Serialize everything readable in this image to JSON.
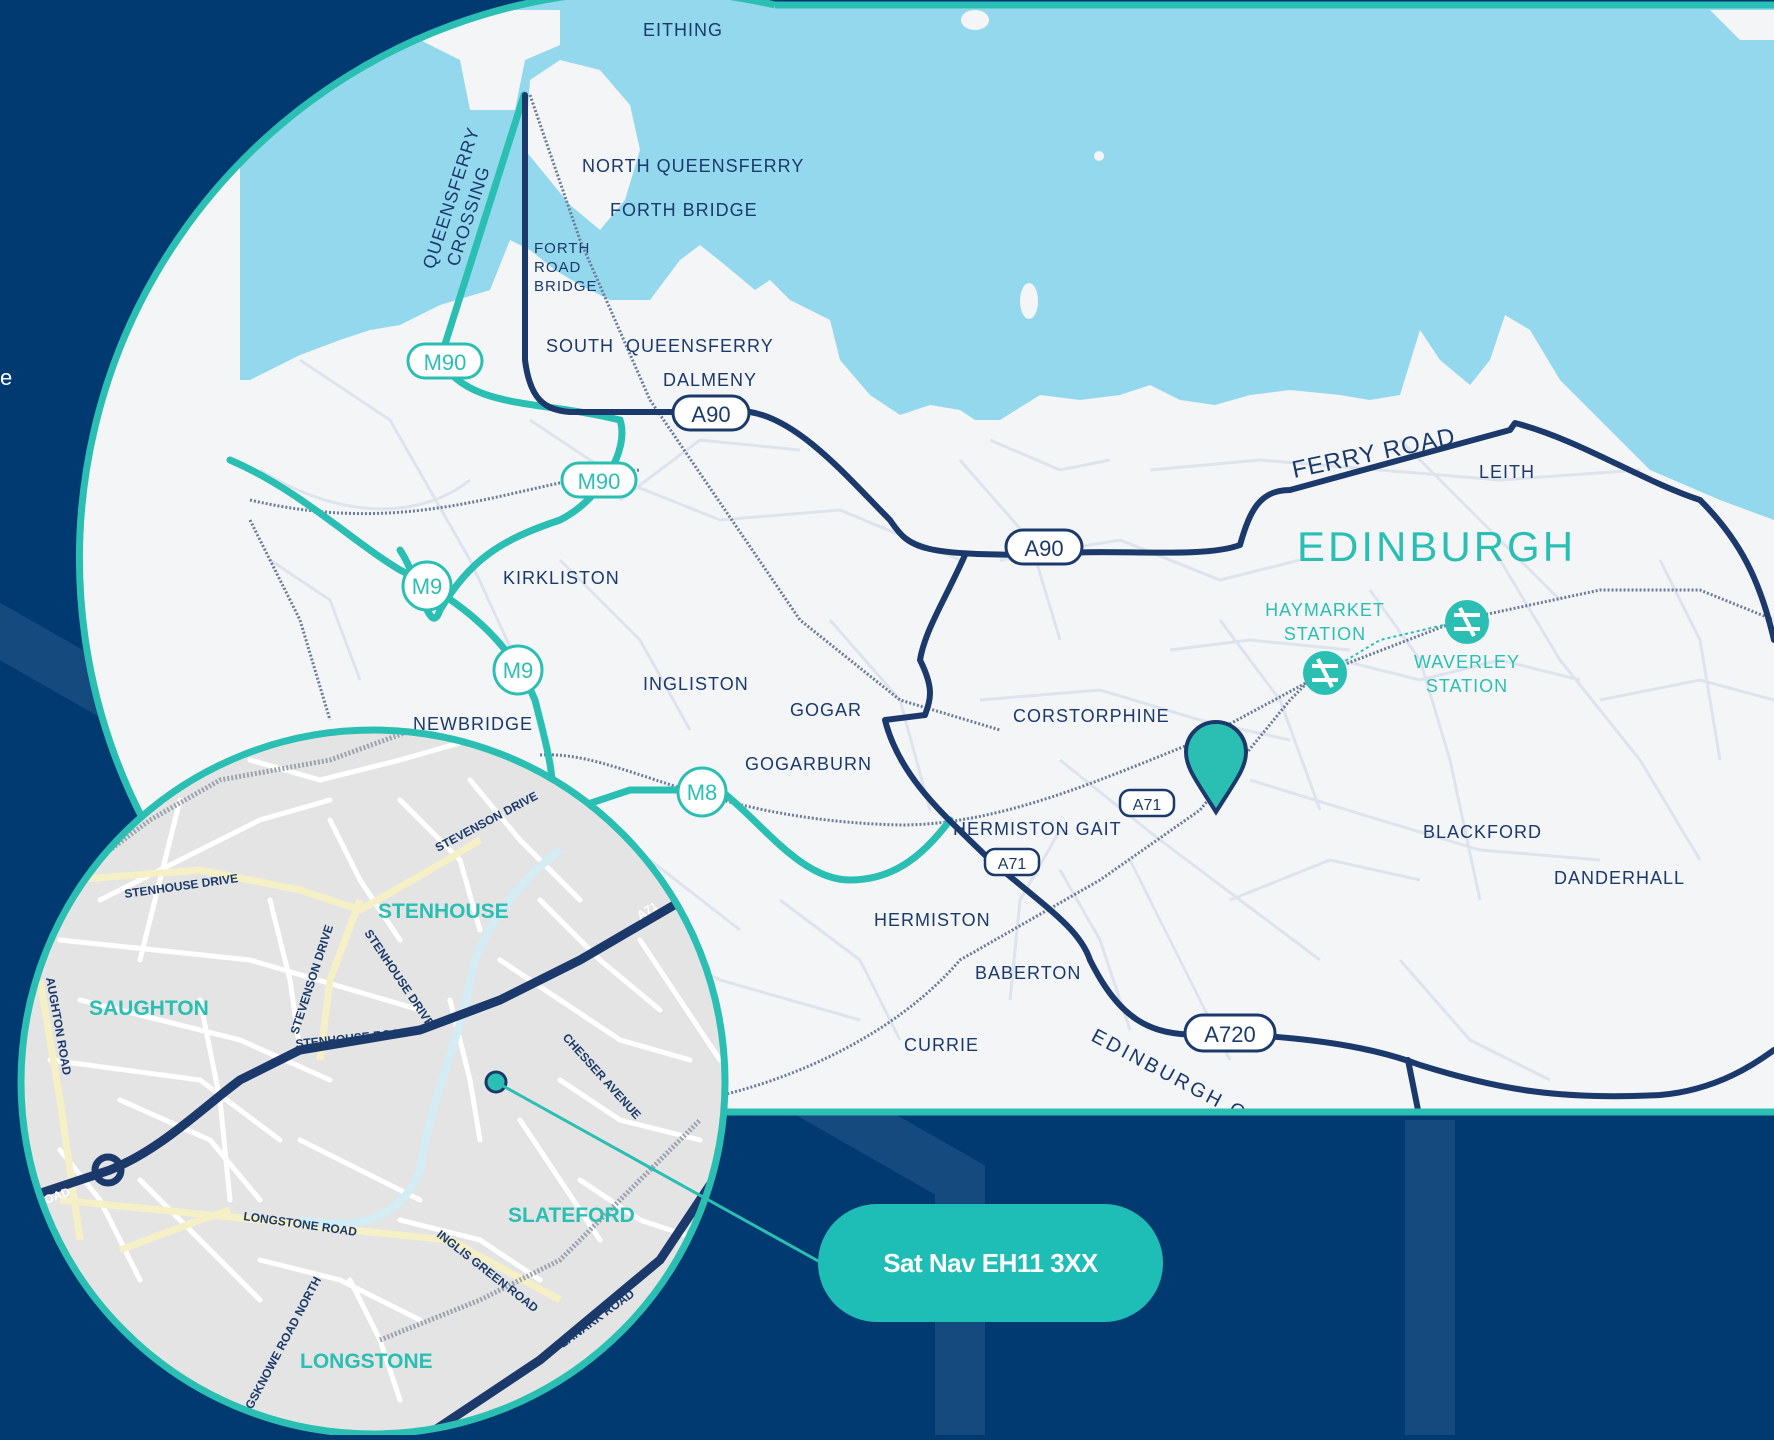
{
  "colors": {
    "navy": "#003a70",
    "road_navy": "#1b3a6b",
    "teal": "#2bbfb3",
    "sea": "#94d8ee",
    "land": "#f4f5f7",
    "minor_road": "#dde4ed",
    "inset_land": "#e4e4e4"
  },
  "edge_fragment": "e",
  "map": {
    "places": {
      "leithing": "EITHING",
      "north_queensferry": "NORTH QUEENSFERRY",
      "forth_bridge": "FORTH BRIDGE",
      "forth_road_bridge_1": "FORTH",
      "forth_road_bridge_2": "ROAD",
      "forth_road_bridge_3": "BRIDGE",
      "queensferry_crossing_1": "QUEENSFERRY",
      "queensferry_crossing_2": "CROSSING",
      "south_queensferry": "SOUTH  QUEENSFERRY",
      "dalmeny": "DALMENY",
      "kirkliston": "KIRKLISTON",
      "ingliston": "INGLISTON",
      "gogar": "GOGAR",
      "newbridge": "NEWBRIDGE",
      "gogarburn": "GOGARBURN",
      "corstorphine": "CORSTORPHINE",
      "hermiston_gait": "HERMISTON GAIT",
      "hermiston": "HERMISTON",
      "baberton": "BABERTON",
      "currie": "CURRIE",
      "edinburgh": "EDINBURGH",
      "leith": "LEITH",
      "blackford": "BLACKFORD",
      "danderhall": "DANDERHALL",
      "ferry_road": "FERRY ROAD",
      "city_bypass": "EDINBURGH CITY BYPASS",
      "haymarket_1": "HAYMARKET",
      "haymarket_2": "STATION",
      "waverley_1": "WAVERLEY",
      "waverley_2": "STATION"
    },
    "shields": {
      "m90_a": "M90",
      "m90_b": "M90",
      "m9_a": "M9",
      "m9_b": "M9",
      "m8": "M8",
      "a90_a": "A90",
      "a90_b": "A90",
      "a71_a": "A71",
      "a71_b": "A71",
      "a720": "A720"
    }
  },
  "inset": {
    "areas": {
      "stenhouse": "STENHOUSE",
      "saughton": "SAUGHTON",
      "slateford": "SLATEFORD",
      "longstone": "LONGSTONE"
    },
    "streets": {
      "stevenson_drive_top": "STEVENSON DRIVE",
      "stenhouse_drive_left": "STENHOUSE DRIVE",
      "stevenson_drive": "STEVENSON DRIVE",
      "stenhouse_drive": "STENHOUSE DRIVE",
      "stenhouse_road": "STENHOUSE ROAD",
      "saughton_road": "AUGHTON ROAD",
      "chesser_avenue": "CHESSER AVENUE",
      "longstone_road": "LONGSTONE ROAD",
      "inglis_green_road": "INGLIS GREEN ROAD",
      "lanark_road": "LANARK ROAD",
      "kingsknowe_road_north": "GSKNOWE ROAD NORTH",
      "a71": "A71",
      "road_fragment": "OAD"
    }
  },
  "callout": {
    "sat_nav": "Sat Nav EH11 3XX"
  }
}
